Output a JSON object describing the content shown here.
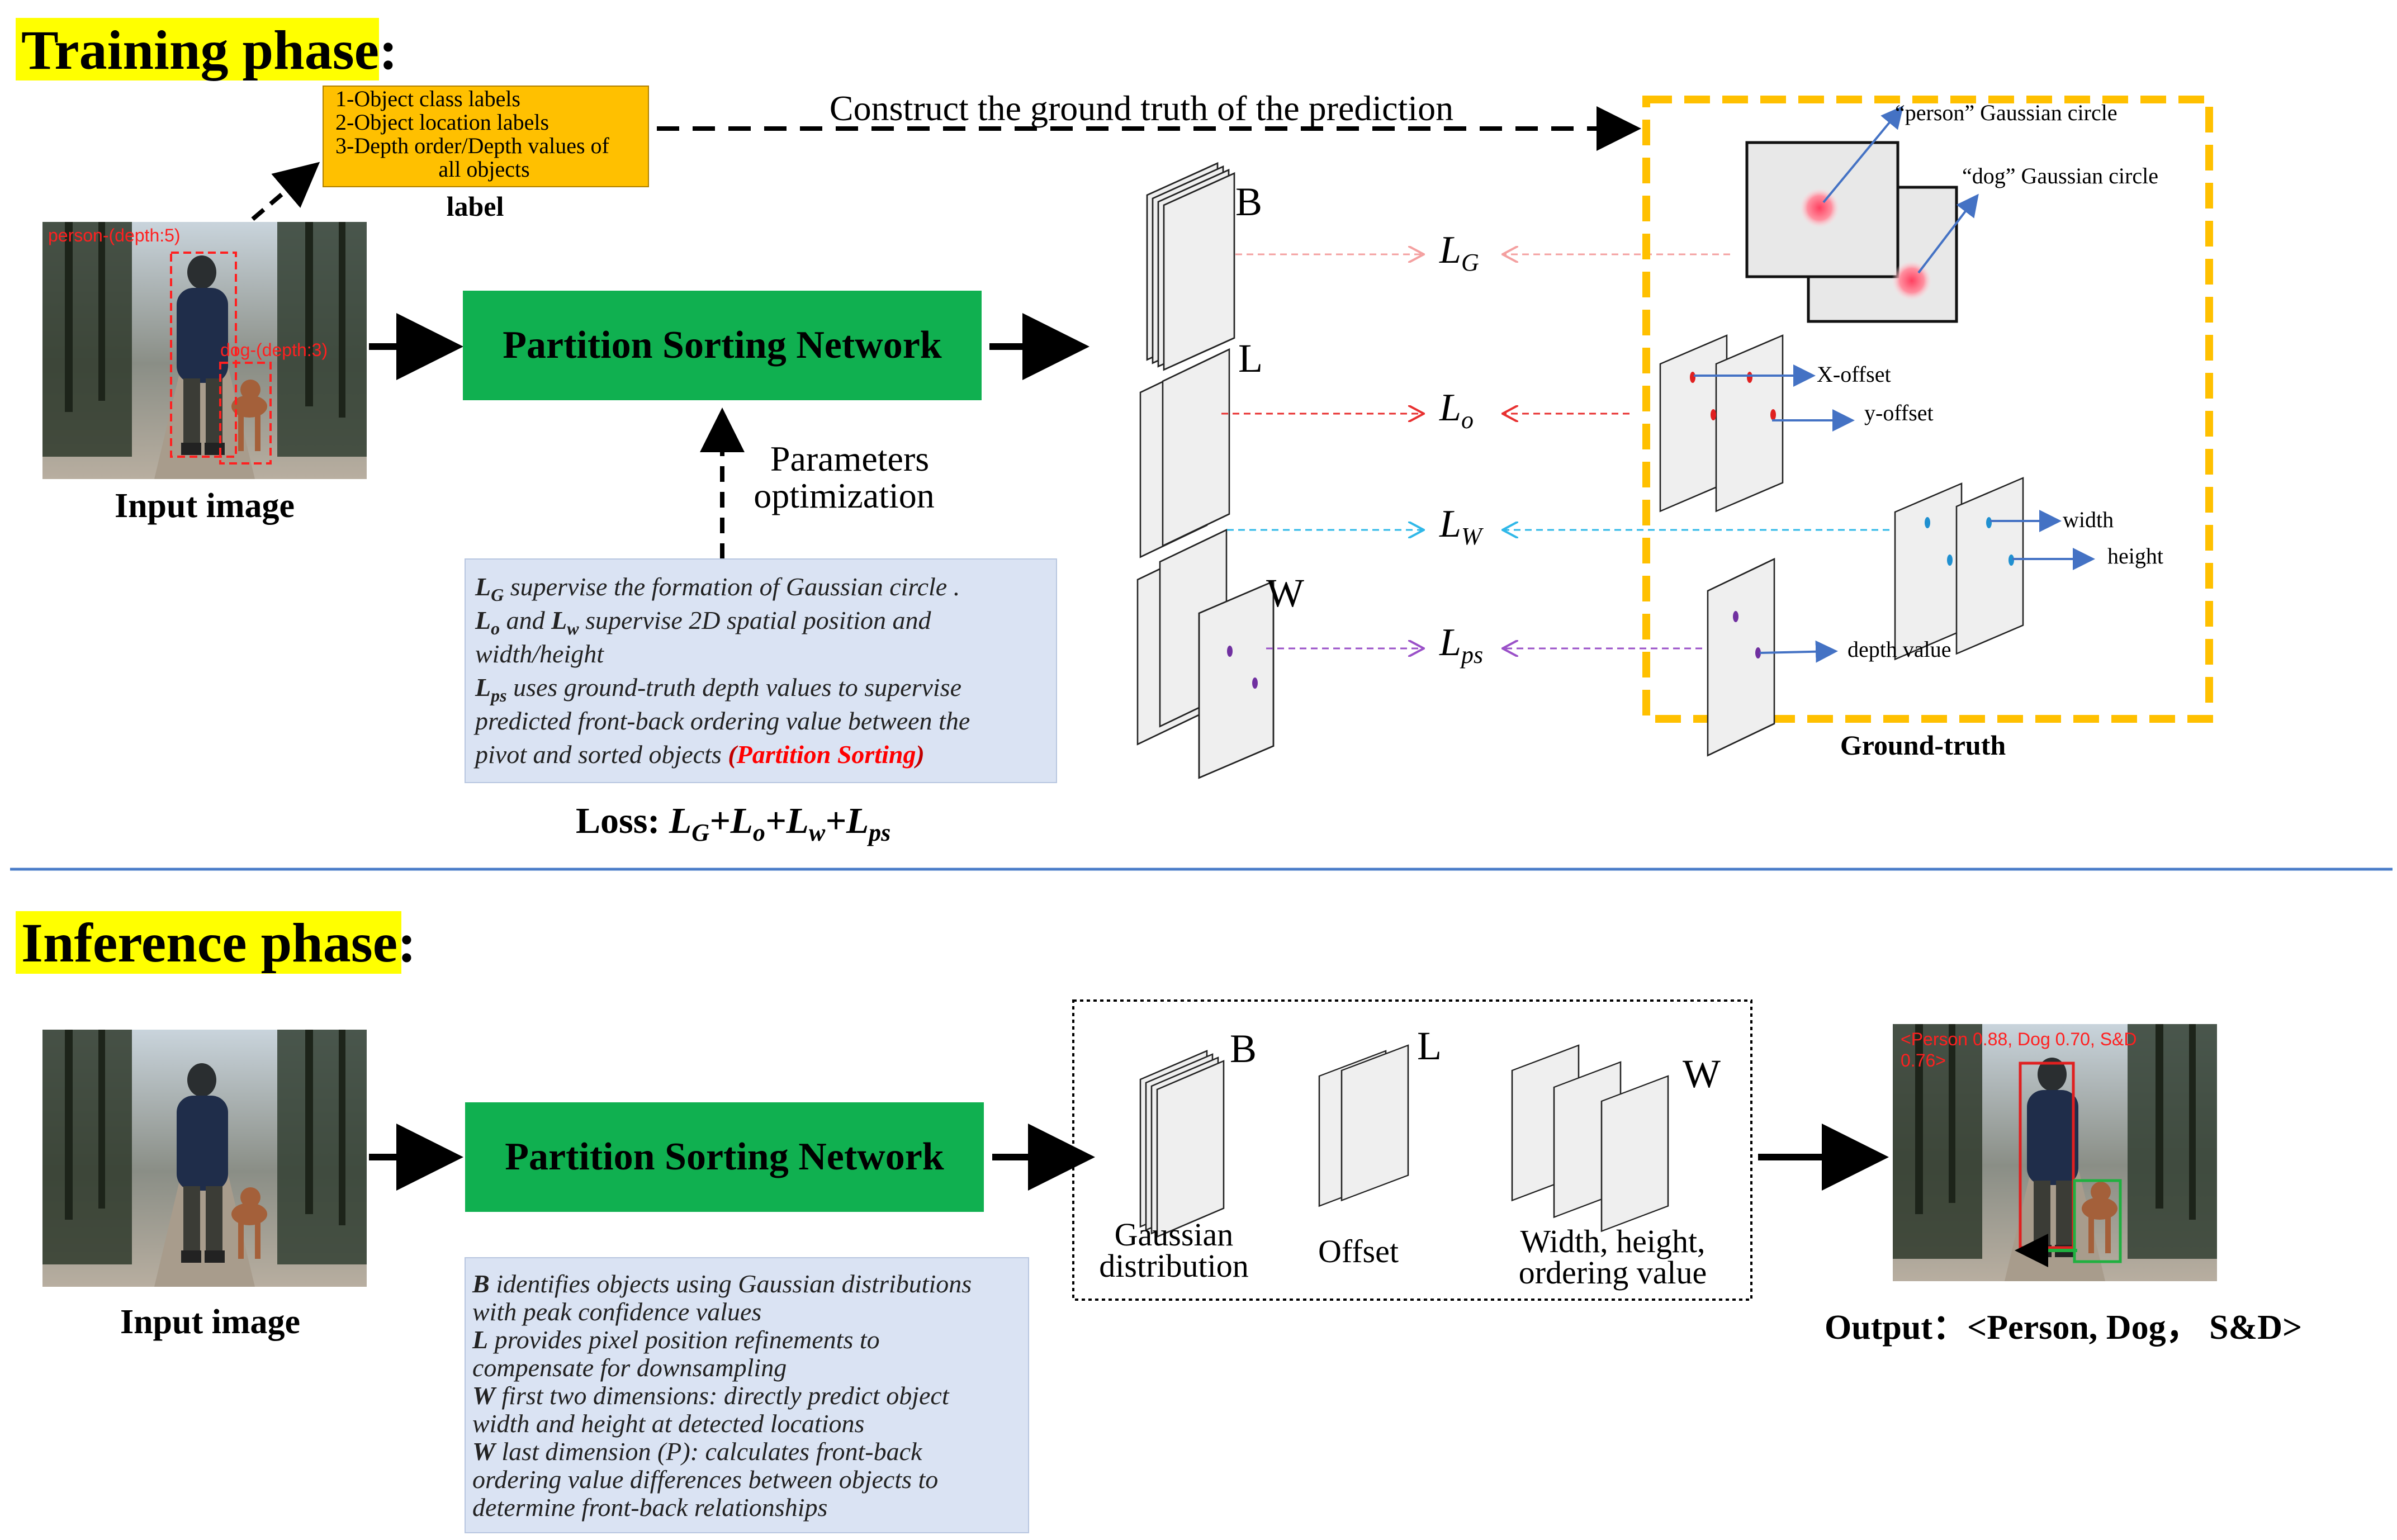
{
  "training": {
    "phase_title": "Training phase:",
    "label_box": {
      "lines": [
        "1-Object class labels",
        "2-Object location labels",
        "3-Depth order/Depth values of",
        "all objects"
      ],
      "caption": "label"
    },
    "construct_text": "Construct the ground truth of the prediction",
    "photo_tags": {
      "person": "person-(depth:5)",
      "dog": "dog-(depth:3)"
    },
    "input_caption": "Input image",
    "network": "Partition Sorting Network",
    "params": [
      "Parameters",
      "optimization"
    ],
    "notes": {
      "line1": {
        "sym": "L",
        "sub": "G",
        "text": " supervise the formation of Gaussian circle ."
      },
      "line2": {
        "sym1": "L",
        "sub1": "o",
        "mid": " and ",
        "sym2": "L",
        "sub2": "w",
        "text": " supervise 2D spatial position and"
      },
      "line3": "width/height",
      "line4": {
        "sym": "L",
        "sub": "ps",
        "text": " uses ground-truth depth values to supervise"
      },
      "line5": "predicted front-back ordering value between the",
      "line6": {
        "text": "pivot and sorted objects ",
        "paren_open": "(",
        "highlight": "Partition Sorting",
        "paren_close": ")"
      }
    },
    "loss_formula": {
      "prefix": "Loss: ",
      "terms": [
        {
          "sym": "L",
          "sub": "G"
        },
        {
          "sym": "+L",
          "sub": "o"
        },
        {
          "sym": "+L",
          "sub": "w"
        },
        {
          "sym": "+L",
          "sub": "ps"
        }
      ]
    },
    "maps": {
      "B": "B",
      "L": "L",
      "W": "W"
    },
    "losses": [
      {
        "sym": "L",
        "sub": "G",
        "color": "#f4a0a0"
      },
      {
        "sym": "L",
        "sub": "o",
        "color": "#e83030"
      },
      {
        "sym": "L",
        "sub": "W",
        "color": "#30b8e8"
      },
      {
        "sym": "L",
        "sub": "ps",
        "color": "#9a50c8"
      }
    ],
    "ground_truth": {
      "person_circle": "“person” Gaussian circle",
      "dog_circle": "“dog” Gaussian circle",
      "x_offset": "X-offset",
      "y_offset": "y-offset",
      "width": "width",
      "height": "height",
      "depth_value": "depth value",
      "caption": "Ground-truth"
    }
  },
  "inference": {
    "phase_title": "Inference phase:",
    "input_caption": "Input image",
    "network": "Partition Sorting Network",
    "maps": {
      "B": "B",
      "L": "L",
      "W": "W"
    },
    "map_captions": {
      "gaussian": [
        "Gaussian",
        "distribution"
      ],
      "offset": "Offset",
      "whv": [
        "Width, height,",
        "ordering value"
      ]
    },
    "notes": [
      {
        "bold": "B",
        "text": " identifies objects using Gaussian distributions"
      },
      {
        "bold": "",
        "text": "with peak confidence values"
      },
      {
        "bold": "L",
        "text": " provides pixel position refinements to"
      },
      {
        "bold": "",
        "text": "compensate for downsampling"
      },
      {
        "bold": "W",
        "text": " first two dimensions: directly predict object"
      },
      {
        "bold": "",
        "text": "width and height at detected locations"
      },
      {
        "bold": "W",
        "text": " last dimension (P): calculates front-back"
      },
      {
        "bold": "",
        "text": "ordering value differences between objects to"
      },
      {
        "bold": "",
        "text": "determine front-back relationships"
      }
    ],
    "output_tag": [
      "<Person 0.88, Dog 0.70, S&D",
      "0.76>"
    ],
    "output": "Output：<Person, Dog， S&D>"
  },
  "colors": {
    "highlight_yellow": "#ffff00",
    "network_green": "#10b050",
    "label_orange": "#ffc000",
    "notes_blue": "#dae3f3",
    "gt_border": "#ffc000",
    "divider": "#4a7cc8",
    "gt_arrow": "#4472c4",
    "red_text": "#ff0000"
  }
}
